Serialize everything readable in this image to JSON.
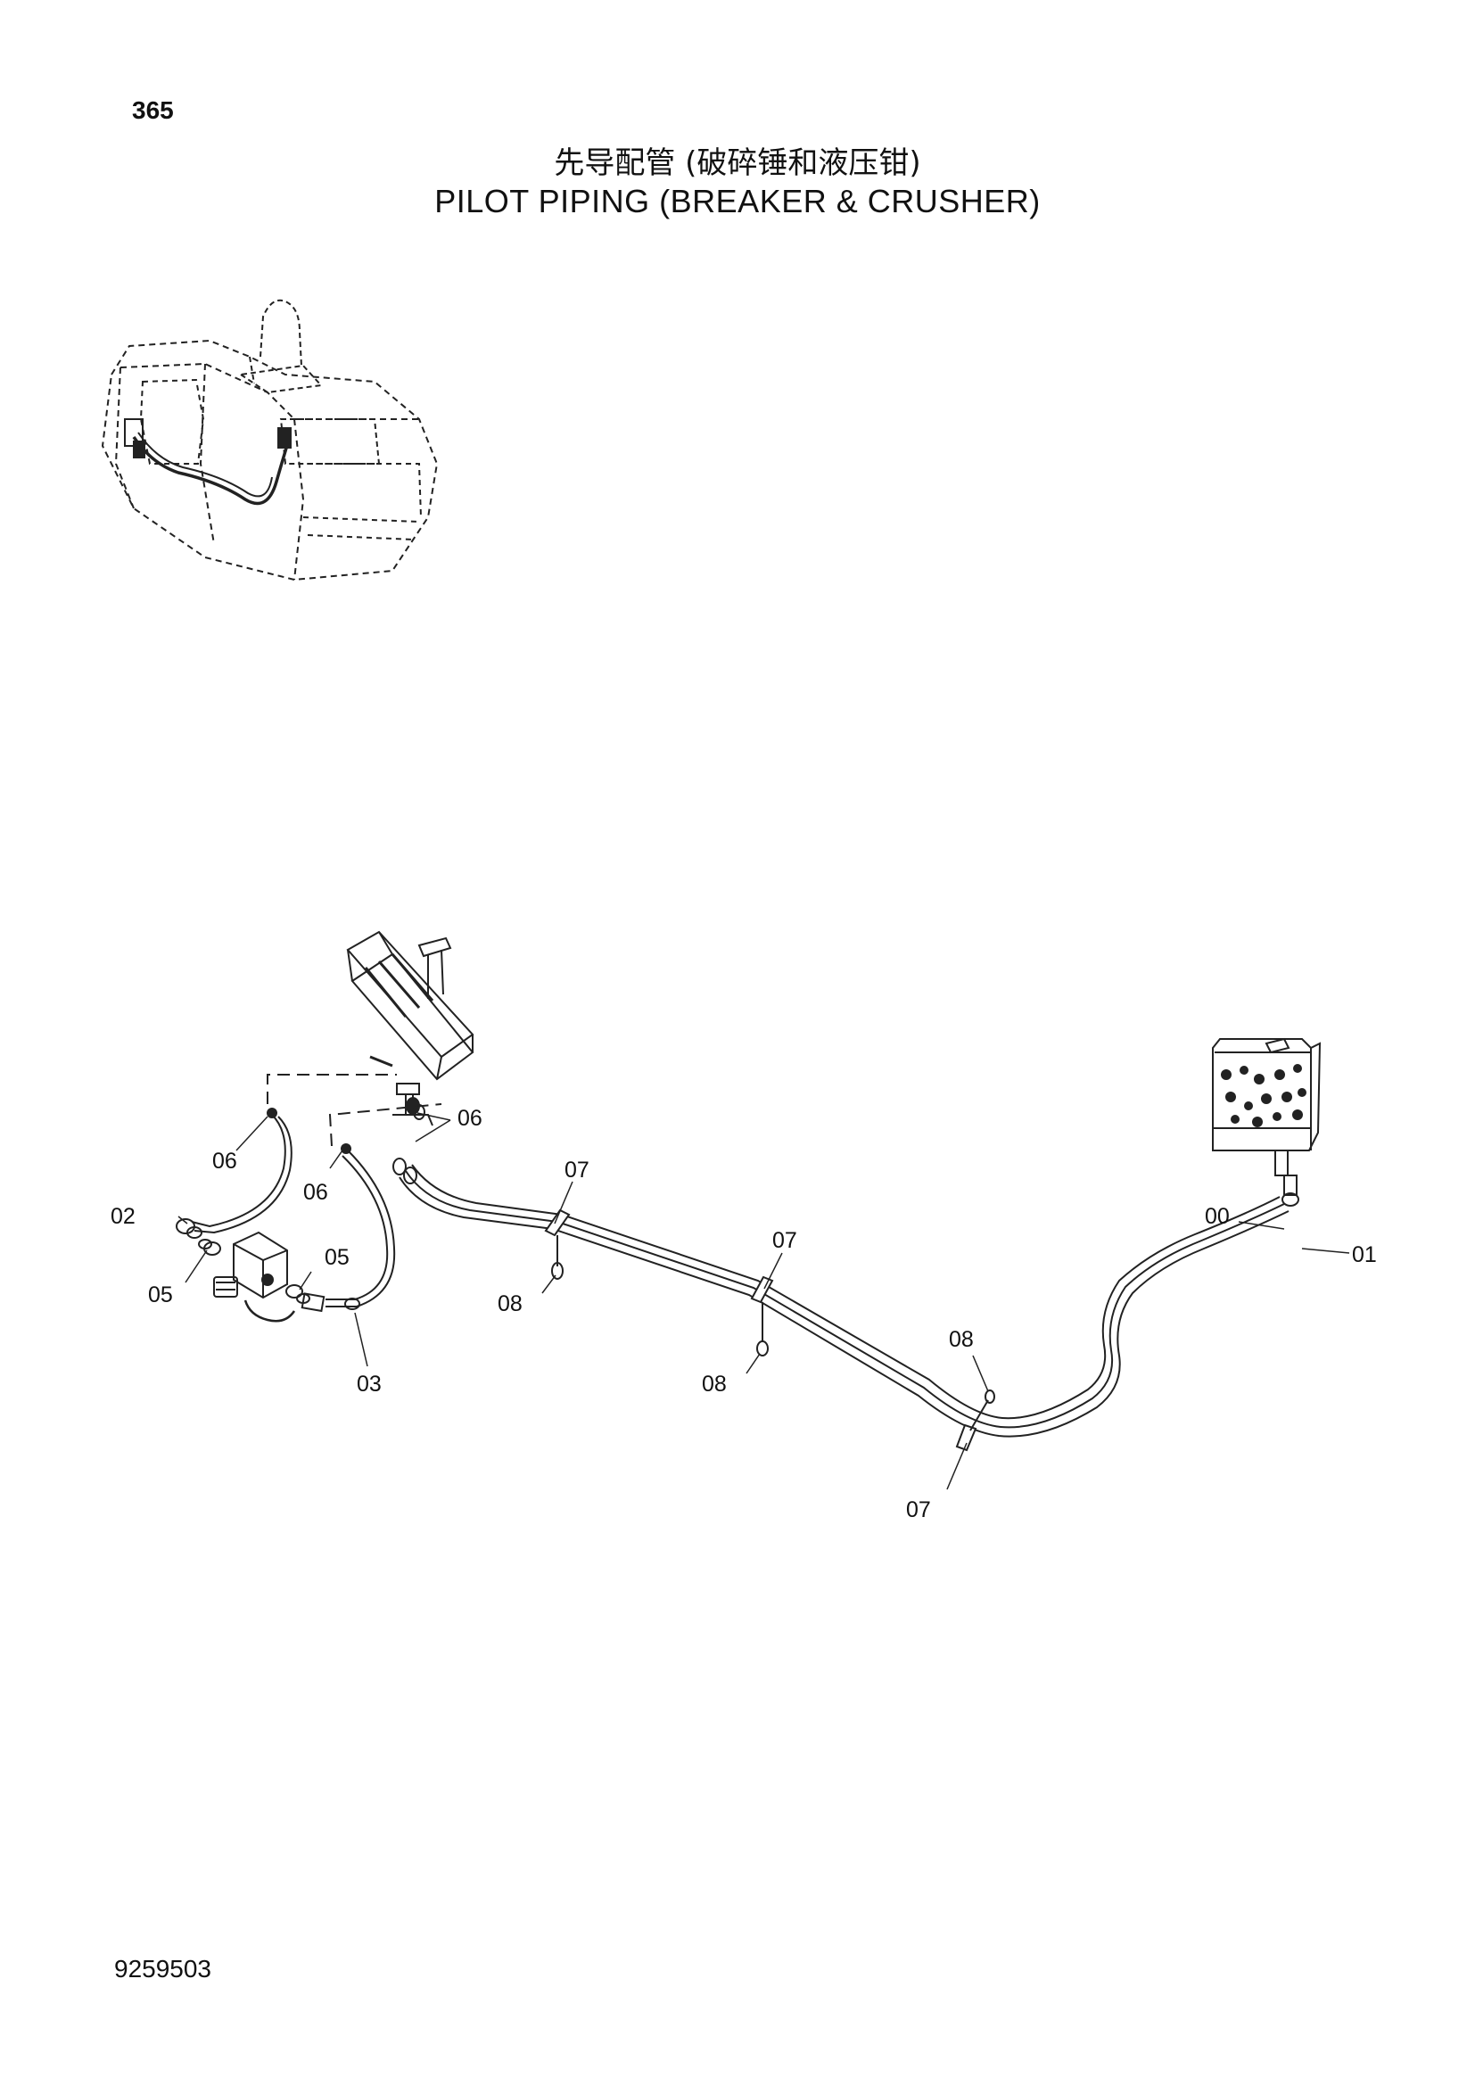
{
  "page_number": "365",
  "title_cn": "先导配管 (破碎锤和液压钳)",
  "title_en": "PILOT  PIPING  (BREAKER & CRUSHER)",
  "document_code": "9259503",
  "callouts": {
    "c06a": "06",
    "c06b": "06",
    "c06c": "06",
    "c02": "02",
    "c05a": "05",
    "c05b": "05",
    "c03": "03",
    "c07a": "07",
    "c07b": "07",
    "c07c": "07",
    "c08a": "08",
    "c08b": "08",
    "c08c": "08",
    "c00": "00",
    "c01": "01"
  }
}
